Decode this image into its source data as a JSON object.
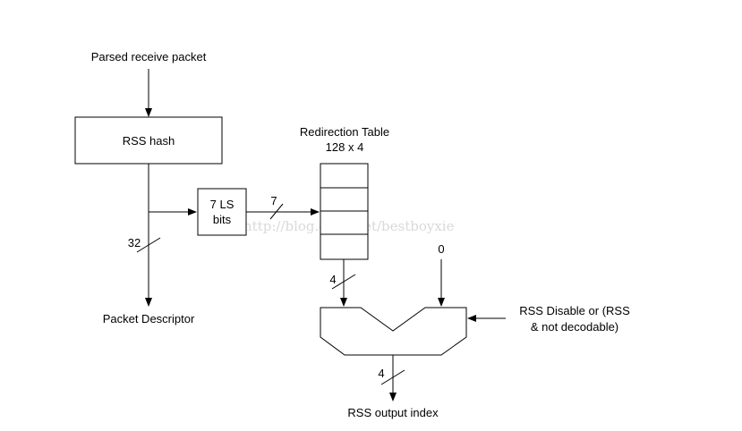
{
  "diagram": {
    "input_label": "Parsed receive packet",
    "rss_hash_label": "RSS hash",
    "ls_bits_line1": "7 LS",
    "ls_bits_line2": "bits",
    "bus_7": "7",
    "bus_32": "32",
    "packet_descriptor_label": "Packet Descriptor",
    "redirection_title_line1": "Redirection Table",
    "redirection_title_line2": "128 x 4",
    "bus_4_top": "4",
    "zero_label": "0",
    "rss_disable_line1": "RSS Disable or (RSS",
    "rss_disable_line2": "& not decodable)",
    "bus_4_bottom": "4",
    "output_label": "RSS output index",
    "watermark": "http://blog.csdn.net/bestboyxie"
  }
}
